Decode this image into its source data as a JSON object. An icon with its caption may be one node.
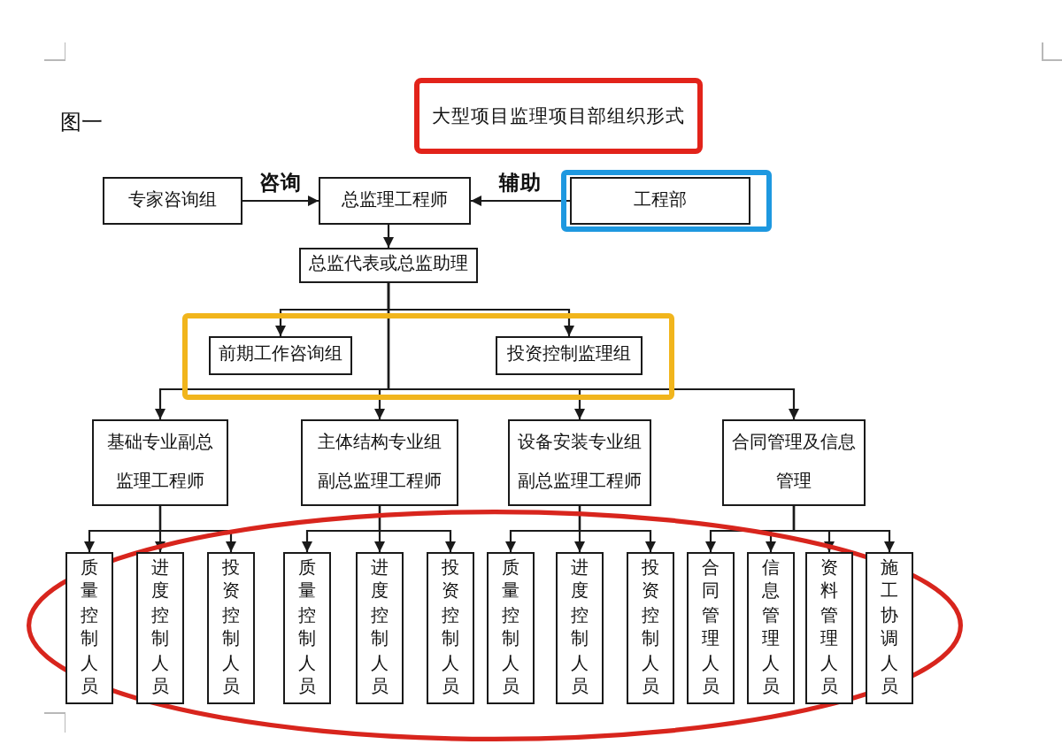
{
  "diagram": {
    "nodes": [
      {
        "text": [
          "大型项目监理项目部组织形式"
        ]
      },
      {
        "text": [
          "专家咨询组"
        ]
      },
      {
        "text": [
          "总监理工程师"
        ]
      },
      {
        "text": [],
        "shape": "box"
      },
      {
        "text": [
          "工程部"
        ],
        "in": 3
      },
      {
        "text": [
          "总监代表或总监助理"
        ]
      },
      {
        "text": [],
        "shape": "box"
      },
      {
        "text": [
          "前期工作咨询组"
        ],
        "in": 6
      },
      {
        "text": [
          "投资控制监理组"
        ],
        "in": 6
      },
      {
        "text": [
          "基础专业副总监理工程师"
        ]
      },
      {
        "text": [
          "主体结构专业组副总监理工程师"
        ]
      },
      {
        "text": [
          "设备安装专业组副总监理工程师"
        ]
      },
      {
        "text": [
          "合同管理及信息管理"
        ]
      },
      {
        "text": [],
        "shape": "ellipse"
      },
      {
        "text": [
          "质量控制人员"
        ],
        "in": 13
      },
      {
        "text": [
          "进度控制人员"
        ],
        "in": 13
      },
      {
        "text": [
          "投资控制人员"
        ],
        "in": 13
      },
      {
        "text": [
          "质量控制人员"
        ],
        "in": 13
      },
      {
        "text": [
          "进度控制人员"
        ],
        "in": 13
      },
      {
        "text": [
          "投资控制人员"
        ],
        "in": 13
      },
      {
        "text": [
          "质量控制人员"
        ],
        "in": 13
      },
      {
        "text": [
          "进度控制人员"
        ],
        "in": 13
      },
      {
        "text": [
          "投资控制人员"
        ],
        "in": 13
      },
      {
        "text": [
          "合同管理人员"
        ],
        "in": 13
      },
      {
        "text": [
          "信息管理人员"
        ],
        "in": 13
      },
      {
        "text": [
          "资料管理人员"
        ],
        "in": 13
      },
      {
        "text": [
          "施工协调人员"
        ],
        "in": 13
      }
    ],
    "edges": [
      {
        "from": 1,
        "to": 2,
        "arrow": "to",
        "label": "咨询"
      },
      {
        "from": 4,
        "to": 2,
        "arrow": "to",
        "label": "辅助"
      },
      {
        "from": 2,
        "to": 5,
        "arrow": "to"
      },
      {
        "from": 5,
        "to": 7,
        "arrow": "to"
      },
      {
        "from": 5,
        "to": 8,
        "arrow": "to"
      },
      {
        "from": 5,
        "to": 9,
        "arrow": "to"
      },
      {
        "from": 5,
        "to": 10,
        "arrow": "to"
      },
      {
        "from": 5,
        "to": 11,
        "arrow": "to"
      },
      {
        "from": 5,
        "to": 12,
        "arrow": "to"
      },
      {
        "from": 9,
        "to": 14,
        "arrow": "to"
      },
      {
        "from": 9,
        "to": 15,
        "arrow": "to"
      },
      {
        "from": 9,
        "to": 16,
        "arrow": "to"
      },
      {
        "from": 10,
        "to": 17,
        "arrow": "to"
      },
      {
        "from": 10,
        "to": 18,
        "arrow": "to"
      },
      {
        "from": 10,
        "to": 19,
        "arrow": "to"
      },
      {
        "from": 11,
        "to": 20,
        "arrow": "to"
      },
      {
        "from": 11,
        "to": 21,
        "arrow": "to"
      },
      {
        "from": 11,
        "to": 22,
        "arrow": "to"
      },
      {
        "from": 12,
        "to": 23,
        "arrow": "to"
      },
      {
        "from": 12,
        "to": 24,
        "arrow": "to"
      },
      {
        "from": 12,
        "to": 25,
        "arrow": "to"
      },
      {
        "from": 12,
        "to": 26,
        "arrow": "to"
      }
    ],
    "labels": [
      "图一"
    ]
  }
}
